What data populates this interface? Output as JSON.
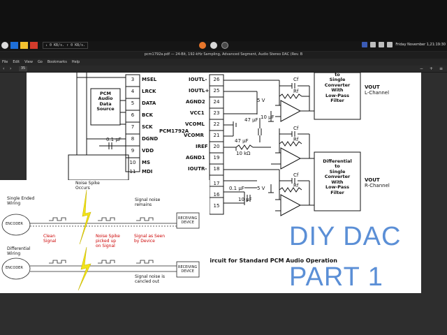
{
  "panel": {
    "net_speed": "↓ 0 KB/s. ↑ 0 KB/s.",
    "clock": "Friday November 1,21:19:30",
    "colors": {
      "swatch1": "#1e6fd9",
      "swatch2": "#f2c230",
      "swatch3": "#d23b2b"
    }
  },
  "window": {
    "title": "pcm1792a.pdf — 24-Bit, 192-kHz Sampling, Advanced Segment, Audio Stereo DAC (Rev. B",
    "menu": [
      "File",
      "Edit",
      "View",
      "Go",
      "Bookmarks",
      "Help"
    ],
    "page_number": "35"
  },
  "schematic": {
    "chip_name": "PCM1792A",
    "left_pins": [
      {
        "num": "3",
        "label": "MSEL"
      },
      {
        "num": "4",
        "label": "LRCK"
      },
      {
        "num": "5",
        "label": "DATA"
      },
      {
        "num": "6",
        "label": "BCK"
      },
      {
        "num": "7",
        "label": "SCK"
      },
      {
        "num": "8",
        "label": "DGND"
      },
      {
        "num": "9",
        "label": "VDD"
      },
      {
        "num": "10",
        "label": "MS"
      },
      {
        "num": "11",
        "label": "MDI"
      }
    ],
    "right_pins": [
      {
        "num": "26",
        "label": "IOUTL-"
      },
      {
        "num": "25",
        "label": "IOUTL+"
      },
      {
        "num": "24",
        "label": "AGND2"
      },
      {
        "num": "23",
        "label": "VCC1"
      },
      {
        "num": "22",
        "label": "VCOML"
      },
      {
        "num": "21",
        "label": "VCOMR"
      },
      {
        "num": "20",
        "label": "IREF"
      },
      {
        "num": "19",
        "label": "AGND1"
      },
      {
        "num": "18",
        "label": "IOUTR-"
      },
      {
        "num": "17",
        "label": ""
      },
      {
        "num": "16",
        "label": ""
      },
      {
        "num": "15",
        "label": ""
      }
    ],
    "pcm_box": [
      "PCM",
      "Audio",
      "Data",
      "Source"
    ],
    "converter_top": [
      "to",
      "Single",
      "Converter",
      "With",
      "Low-Pass",
      "Filter"
    ],
    "converter_bottom": [
      "Differential",
      "to",
      "Single",
      "Converter",
      "With",
      "Low-Pass",
      "Filter"
    ],
    "vout_l": "VOUT",
    "vout_l_ch": "L-Channel",
    "vout_r": "VOUT",
    "vout_r_ch": "R-Channel",
    "cap_01uf": "0.1 µF",
    "cap_47uf_a": "47 µF",
    "cap_47uf_b": "47 µF",
    "cap_10uf_a": "10 µF",
    "cap_10uf_b": "10 µF",
    "res_10k": "10 kΩ",
    "v5_a": "5 V",
    "v5_b": "5 V",
    "cf": "Cf",
    "rf": "Rf",
    "caption": "n Circuit for Standard PCM Audio Operation"
  },
  "overlay": {
    "noise_spike": "Noise Spike\nOccurs",
    "single_ended": "Single Ended\nWiring",
    "signal_noise_remains": "Signal noise\nremains",
    "encoder1": "ENCODER",
    "receiving1": "RECEIVING\nDEVICE",
    "clean_signal": "Clean\nSignal",
    "picked_up": "Noise Spike\npicked up\non Signal",
    "signal_seen": "Signal as Seen\nby Device",
    "differential": "Differential\nWiring",
    "encoder2": "ENCODER",
    "receiving2": "RECEIVING\nDEVICE",
    "cancelled": "Signal noise is\ncancled out"
  },
  "title": {
    "line1": "DIY DAC",
    "line2": "PART 1",
    "color": "#5b8fd6"
  }
}
